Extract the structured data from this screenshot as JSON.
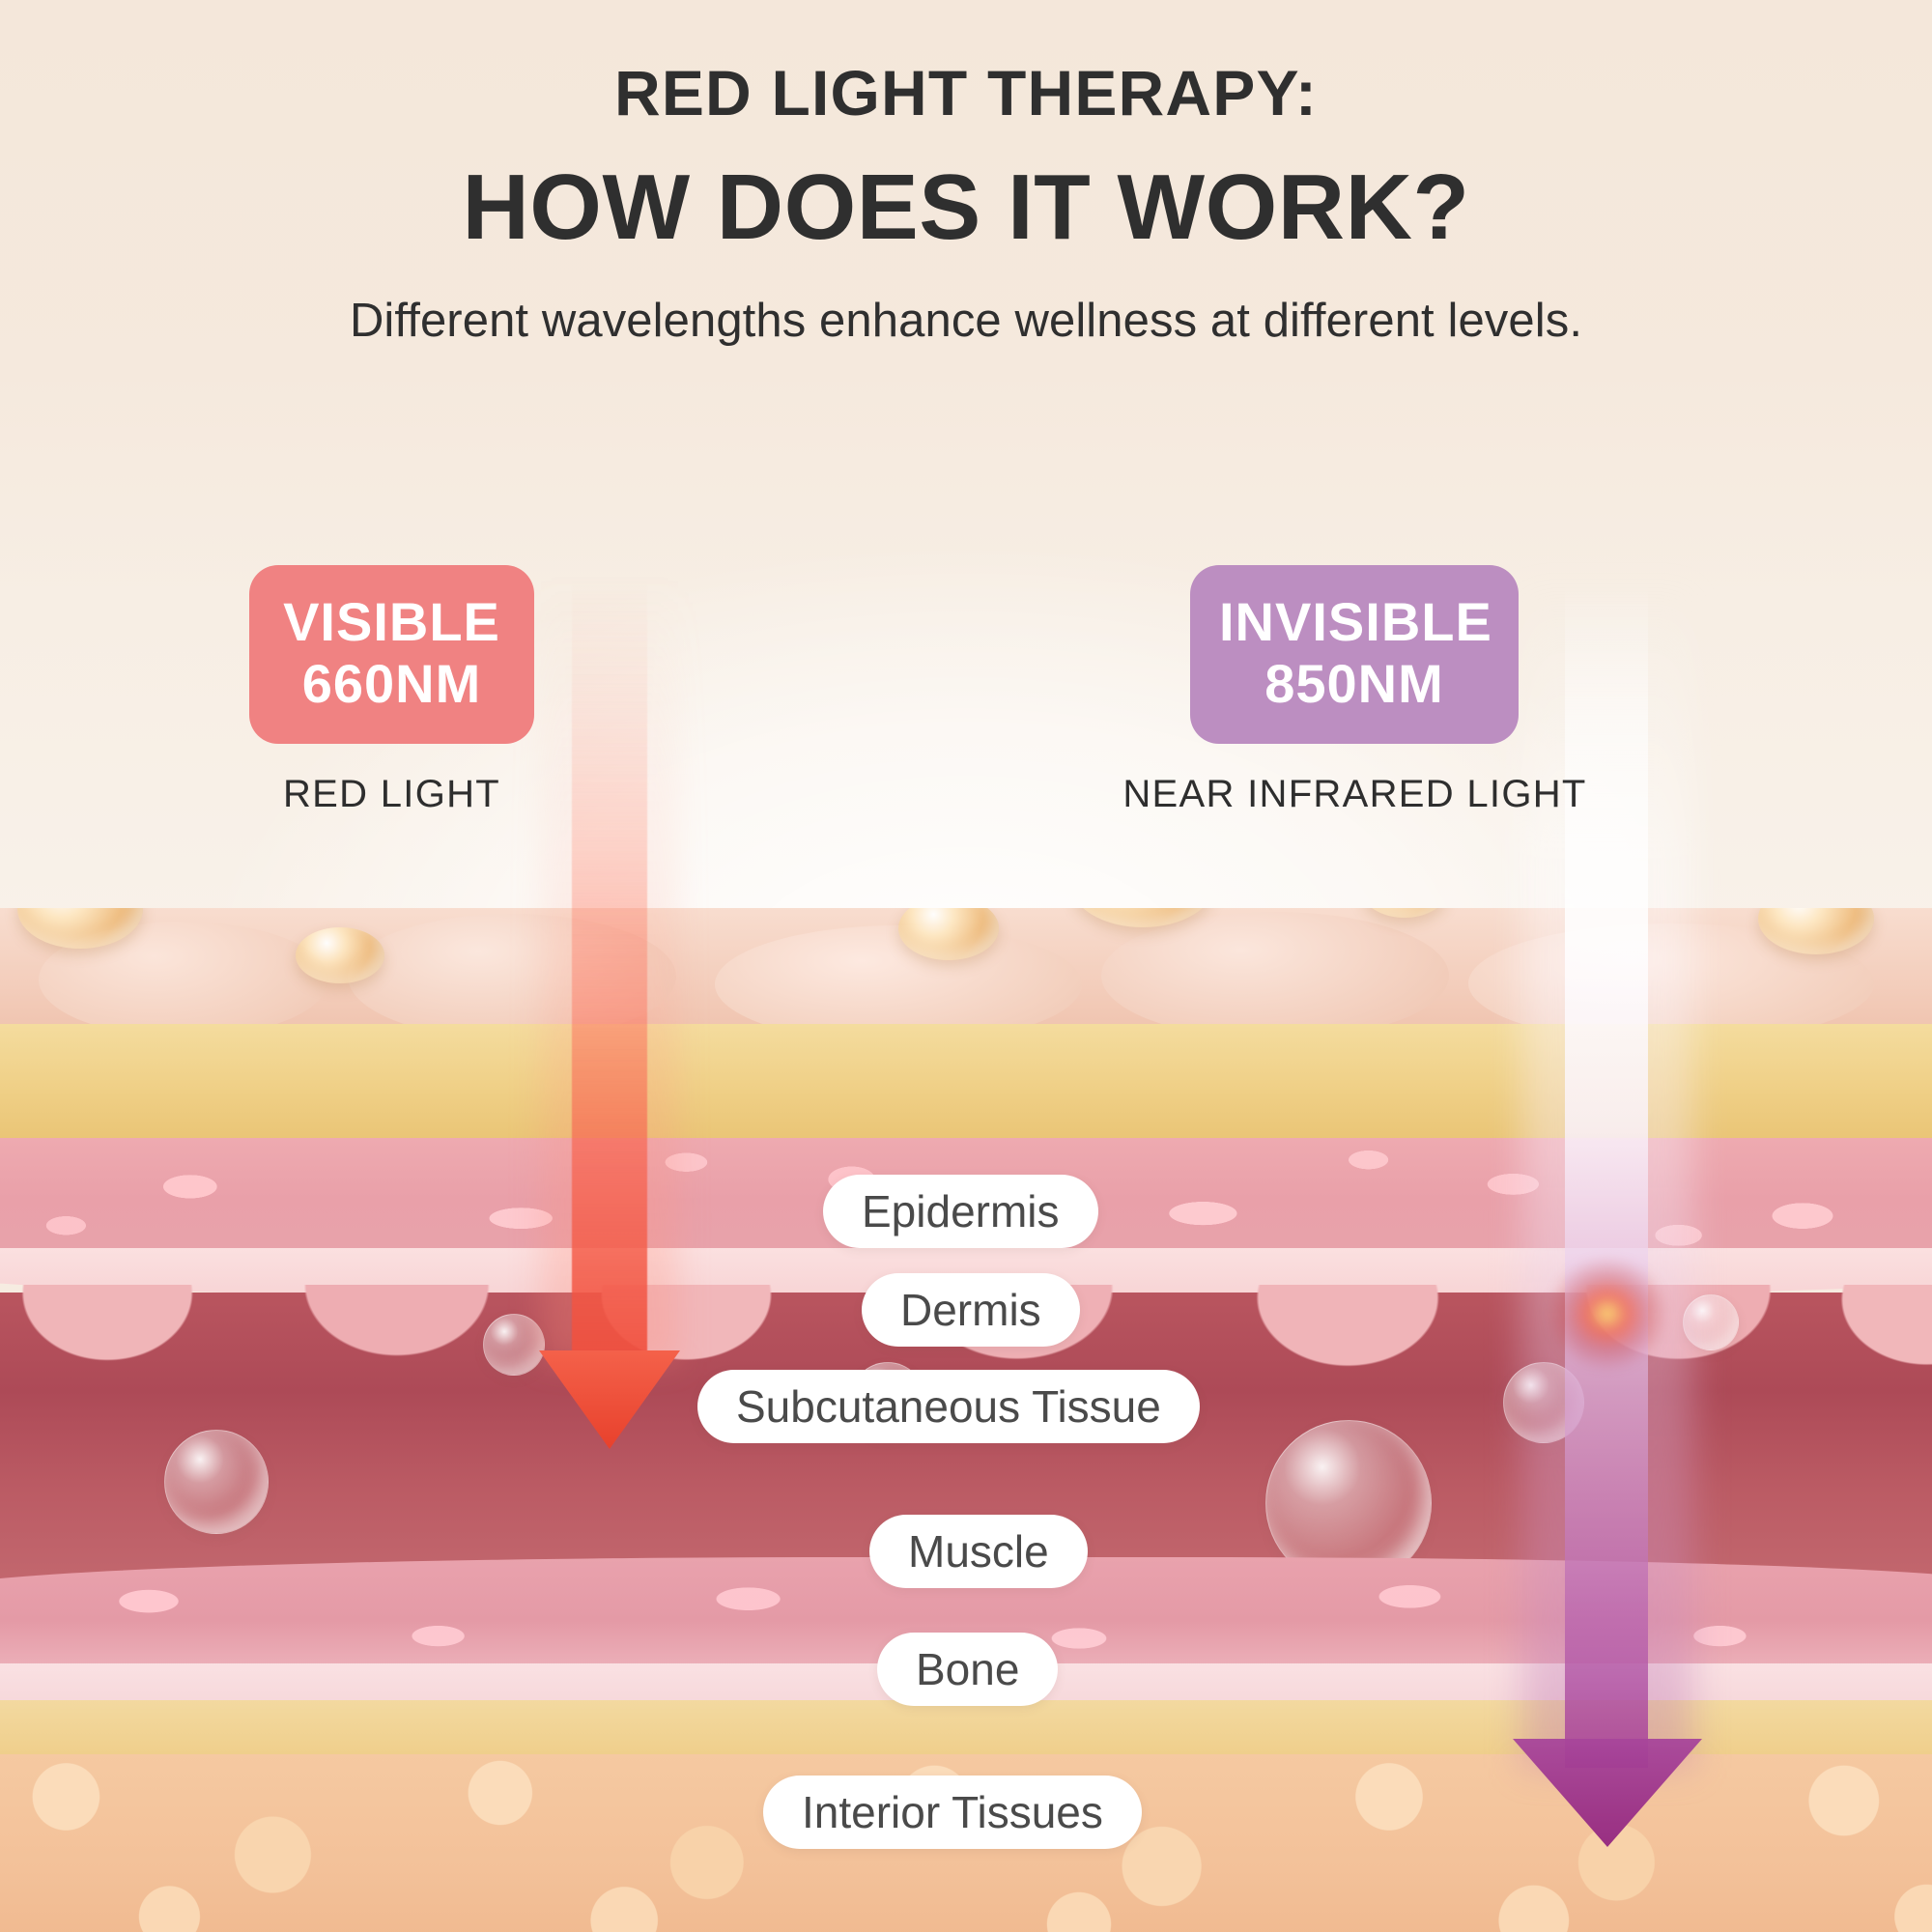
{
  "header": {
    "title_line1": "RED LIGHT THERAPY:",
    "title_line2": "HOW DOES IT WORK?",
    "subtitle": "Different wavelengths enhance wellness at different levels."
  },
  "wavelengths": [
    {
      "badge_line1": "VISIBLE",
      "badge_line2": "660NM",
      "caption": "RED LIGHT",
      "badge_color": "#F08282",
      "beam_color": "#E8412C"
    },
    {
      "badge_line1": "INVISIBLE",
      "badge_line2": "850NM",
      "caption": "NEAR INFRARED LIGHT",
      "badge_color": "#BC8EC1",
      "beam_color": "#93267F"
    }
  ],
  "layers": [
    {
      "label": "Epidermis"
    },
    {
      "label": "Dermis"
    },
    {
      "label": "Subcutaneous Tissue"
    },
    {
      "label": "Muscle"
    },
    {
      "label": "Bone"
    },
    {
      "label": "Interior Tissues"
    }
  ],
  "colors": {
    "background": "#F4E7DA",
    "heading_text": "#2F2F2F",
    "pill_background": "#FFFFFF",
    "pill_text": "#4A4A4A"
  }
}
